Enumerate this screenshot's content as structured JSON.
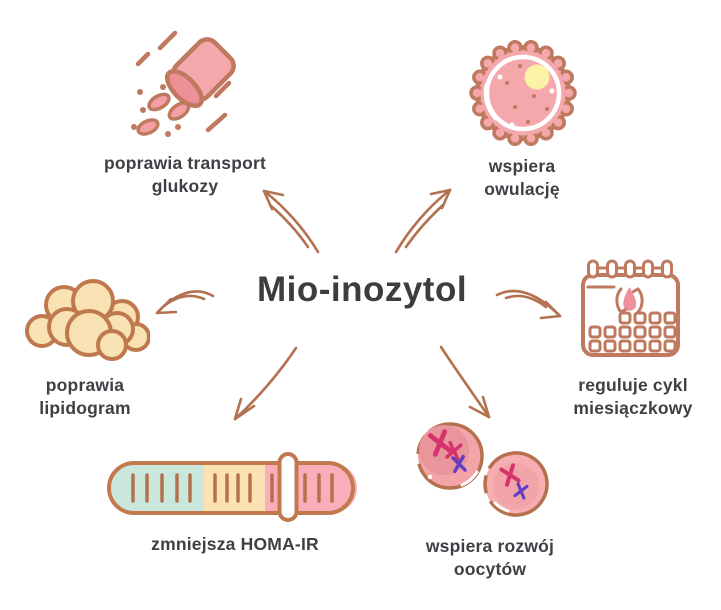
{
  "title": "Mio-inozytol",
  "palette": {
    "outline_brown": "#be795e",
    "arrow_brown": "#b2714f",
    "pink": "#f5a8ac",
    "dark_pink": "#ee9097",
    "mint": "#c9e7db",
    "cream": "#fae2b3",
    "bar_pink": "#f9aeb9",
    "nucleus_yellow": "#faf2a6",
    "fat_fill": "#f8e2b3",
    "drop_pink": "#ef8f9b",
    "chromosome_crimson": "#d6336c",
    "chromosome_purple": "#5f3dc4",
    "text": "#3f4045"
  },
  "nodes": [
    {
      "id": "glucose-transport",
      "icon": "pill-jar-icon",
      "label_line1": "poprawia transport",
      "label_line2": "glukozy"
    },
    {
      "id": "ovulation",
      "icon": "ovum-icon",
      "label_line1": "wspiera",
      "label_line2": "owulację"
    },
    {
      "id": "lipidogram",
      "icon": "fat-cells-icon",
      "label_line1": "poprawia",
      "label_line2": "lipidogram"
    },
    {
      "id": "menstrual-cycle",
      "icon": "calendar-icon",
      "label_line1": "reguluje cykl",
      "label_line2": "miesiączkowy"
    },
    {
      "id": "homa-ir",
      "icon": "scale-slider-icon",
      "label_line1": "zmniejsza HOMA-IR",
      "label_line2": ""
    },
    {
      "id": "oocytes",
      "icon": "oocytes-icon",
      "label_line1": "wspiera rozwój",
      "label_line2": "oocytów"
    }
  ]
}
